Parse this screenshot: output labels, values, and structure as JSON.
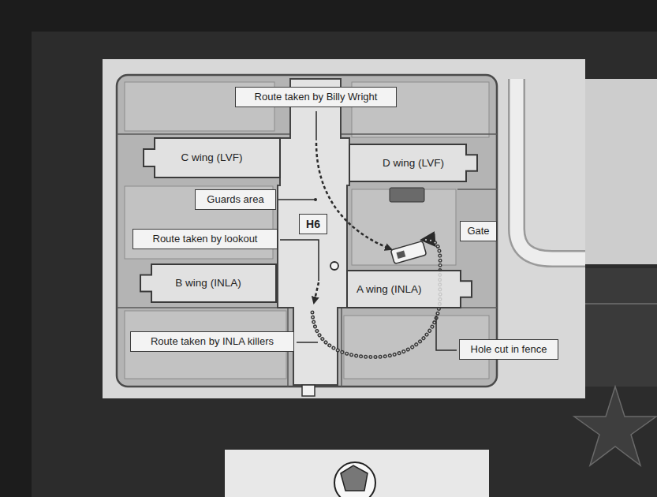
{
  "diagram": {
    "nodes": [
      {
        "text": [
          "Route taken by Billy Wright"
        ]
      },
      {
        "text": [
          "C wing (LVF)"
        ]
      },
      {
        "text": [
          "D wing (LVF)"
        ]
      },
      {
        "text": [
          "Guards area"
        ]
      },
      {
        "text": [
          "H6"
        ]
      },
      {
        "text": [
          "Gate"
        ]
      },
      {
        "text": [
          "Route taken by lookout"
        ]
      },
      {
        "text": [
          "B wing (INLA)"
        ]
      },
      {
        "text": [
          "A wing (INLA)"
        ]
      },
      {
        "text": [
          "Route taken by INLA killers"
        ]
      },
      {
        "text": [
          "Hole cut in fence"
        ]
      }
    ]
  }
}
